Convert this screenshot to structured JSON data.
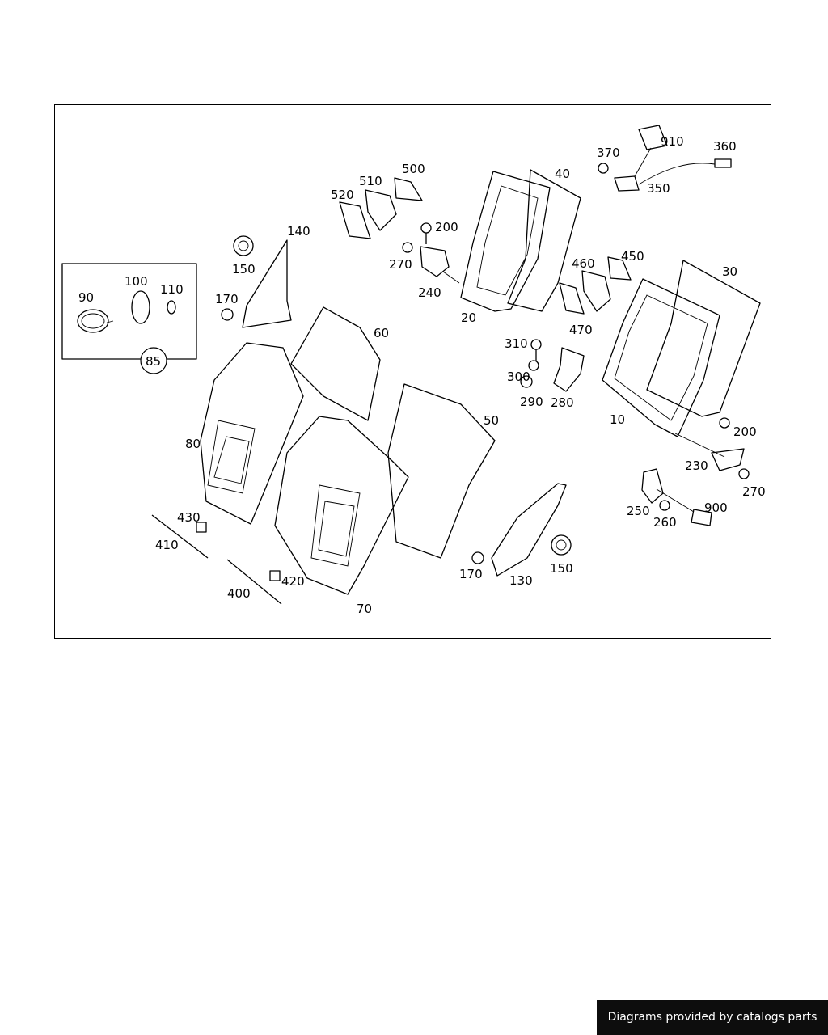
{
  "diagram": {
    "callouts": [
      "90",
      "100",
      "110",
      "85",
      "140",
      "150",
      "170",
      "80",
      "60",
      "70",
      "50",
      "430",
      "410",
      "400",
      "420",
      "520",
      "510",
      "500",
      "200",
      "270",
      "240",
      "20",
      "40",
      "910",
      "370",
      "360",
      "350",
      "460",
      "450",
      "470",
      "30",
      "310",
      "300",
      "290",
      "280",
      "10",
      "200",
      "230",
      "270",
      "250",
      "260",
      "900",
      "170",
      "130",
      "150"
    ]
  },
  "footer": {
    "credit": "Diagrams provided by catalogs parts"
  }
}
